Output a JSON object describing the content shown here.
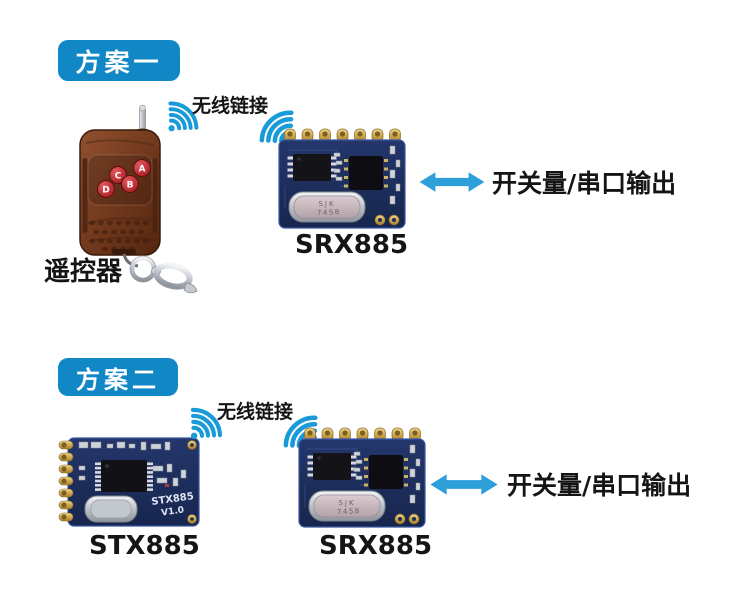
{
  "colors": {
    "badge_blue": "#1287c6",
    "wifi_blue": "#189bd8",
    "arrow_blue": "#2d9fd9",
    "label_black": "#151515",
    "pcb_navy": "#1d2c58",
    "gold": "#d8b75e",
    "remote_brown": "#7b3f24",
    "button_red": "#c1272d"
  },
  "schemes": [
    {
      "badge": "方案一",
      "wireless_label": "无线链接",
      "transmitter": {
        "label": "遥控器",
        "buttons": [
          "C",
          "A",
          "D",
          "B"
        ]
      },
      "receiver": {
        "label": "SRX885",
        "crystal_marking_line1": "SJK",
        "crystal_marking_line2": "7458"
      },
      "output_label": "开关量/串口输出"
    },
    {
      "badge": "方案二",
      "wireless_label": "无线链接",
      "transmitter": {
        "label": "STX885",
        "silkscreen_line1": "STX885",
        "silkscreen_line2": "V1.0"
      },
      "receiver": {
        "label": "SRX885",
        "crystal_marking_line1": "SJK",
        "crystal_marking_line2": "7458"
      },
      "output_label": "开关量/串口输出"
    }
  ]
}
